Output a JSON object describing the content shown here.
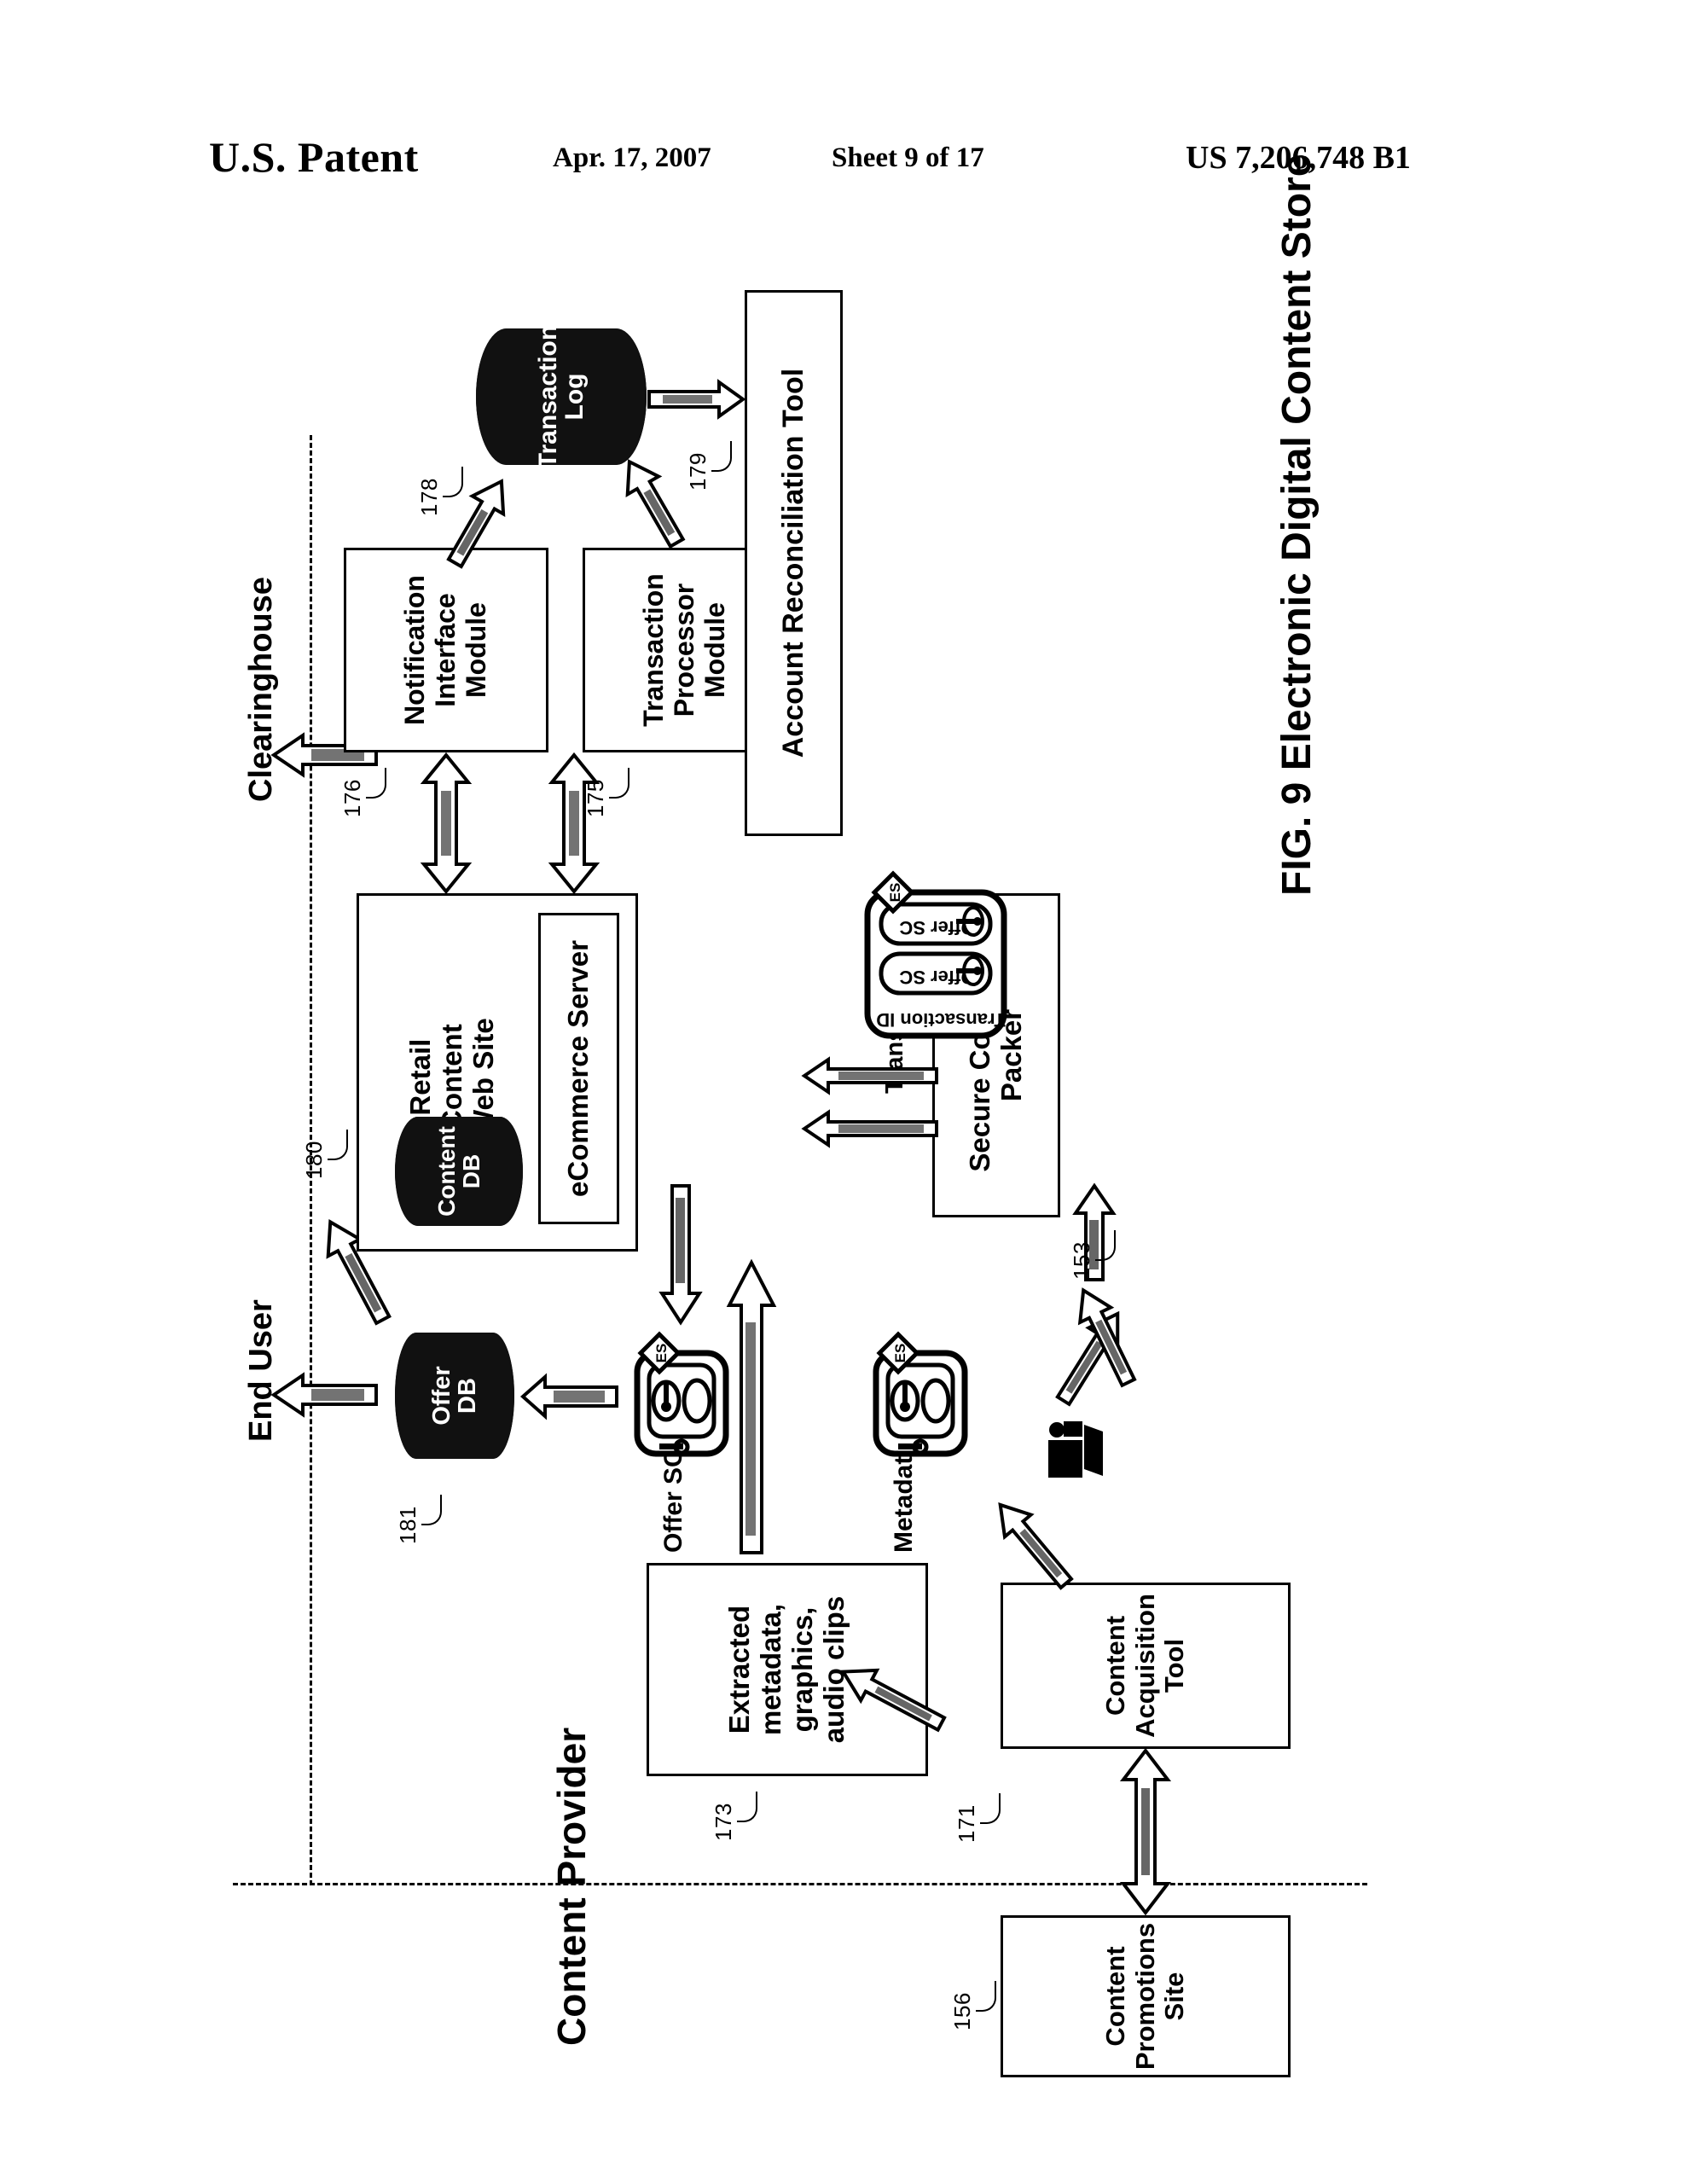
{
  "header": {
    "office": "U.S. Patent",
    "date": "Apr. 17, 2007",
    "sheet": "Sheet 9 of 17",
    "patent_number": "US 7,206,748 B1"
  },
  "figure": {
    "caption": "FIG. 9  Electronic Digital Content Store",
    "zones": {
      "content_provider": "Content Provider",
      "end_user": "End User",
      "clearinghouse": "Clearinghouse"
    },
    "nodes": [
      {
        "id": "content_promotions_site",
        "label": "Content\nPromotions\nSite",
        "ref": "156"
      },
      {
        "id": "content_acquisition_tool",
        "label": "Content\nAcquisition\nTool",
        "ref": "171"
      },
      {
        "id": "extracted_metadata",
        "label": "Extracted metadata,\ngraphics, audio clips",
        "ref": "173"
      },
      {
        "id": "retail_content_web_site",
        "label": "Retail\nContent\nWeb Site",
        "ref": "180"
      },
      {
        "id": "ecommerce_server",
        "label": "eCommerce Server",
        "ref": ""
      },
      {
        "id": "notification_interface_module",
        "label": "Notification\nInterface\nModule",
        "ref": "176"
      },
      {
        "id": "transaction_processor_module",
        "label": "Transaction\nProcessor\nModule",
        "ref": "175"
      },
      {
        "id": "account_reconciliation_tool",
        "label": "Account Reconciliation Tool",
        "ref": ""
      },
      {
        "id": "secure_container_packer",
        "label": "Secure Container Packer",
        "ref": "153"
      }
    ],
    "datastores": [
      {
        "id": "content_db",
        "label": "Content\nDB",
        "ref": ""
      },
      {
        "id": "transaction_log",
        "label": "Transaction\nLog",
        "ref": "178",
        "ref2": "179"
      },
      {
        "id": "offer_db",
        "label": "Offer\nDB",
        "ref": "181"
      }
    ],
    "containers": [
      {
        "id": "metadata_sc",
        "label": "Metadata SC"
      },
      {
        "id": "offer_sc",
        "label": "Offer SC"
      },
      {
        "id": "transaction_sc",
        "label": "Transaction SC",
        "title": "Transaction ID",
        "items": [
          "Offer SC",
          "Offer SC"
        ]
      }
    ]
  }
}
